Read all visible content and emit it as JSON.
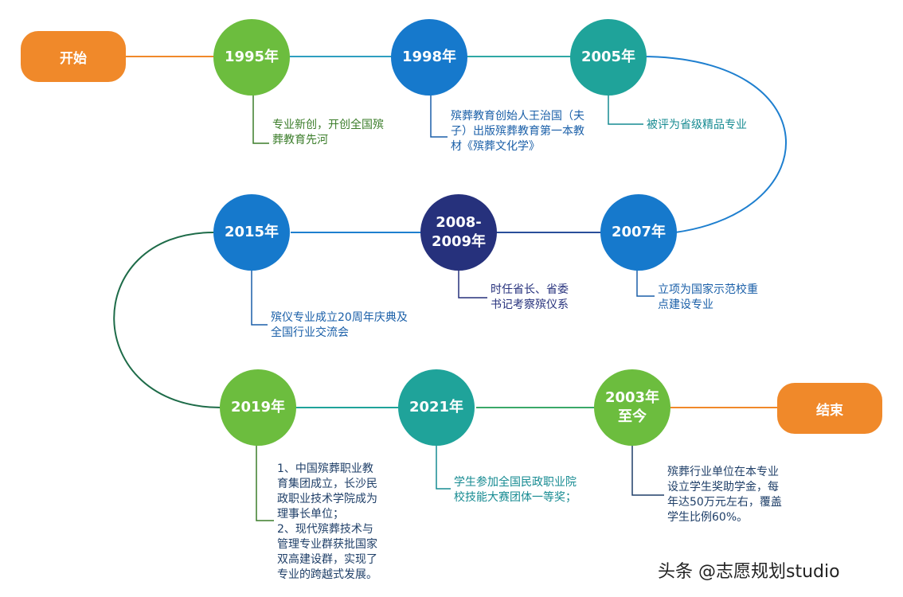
{
  "start": "开始",
  "end": "结束",
  "milestones": [
    {
      "year": "1995年",
      "note": "专业新创，开创全国殡\n葬教育先河"
    },
    {
      "year": "1998年",
      "note": "殡葬教育创始人王治国（夫\n子）出版殡葬教育第一本教\n材《殡葬文化学》"
    },
    {
      "year": "2005年",
      "note": "被评为省级精品专业"
    },
    {
      "year": "2007年",
      "note": "立项为国家示范校重\n点建设专业"
    },
    {
      "year": "2008-\n2009年",
      "note": "时任省长、省委\n书记考察殡仪系"
    },
    {
      "year": "2015年",
      "note": "殡仪专业成立20周年庆典及\n全国行业交流会"
    },
    {
      "year": "2019年",
      "note": "1、中国殡葬职业教\n育集团成立，长沙民\n政职业技术学院成为\n理事长单位；\n2、现代殡葬技术与\n管理专业群获批国家\n双高建设群，实现了\n专业的跨越式发展。"
    },
    {
      "year": "2021年",
      "note": "学生参加全国民政职业院\n校技能大赛团体一等奖；"
    },
    {
      "year": "2003年\n至今",
      "note": "殡葬行业单位在本专业\n设立学生奖助学金，每\n年达50万元左右，覆盖\n学生比例60%。"
    }
  ],
  "watermark": "头条 @志愿规划studio"
}
